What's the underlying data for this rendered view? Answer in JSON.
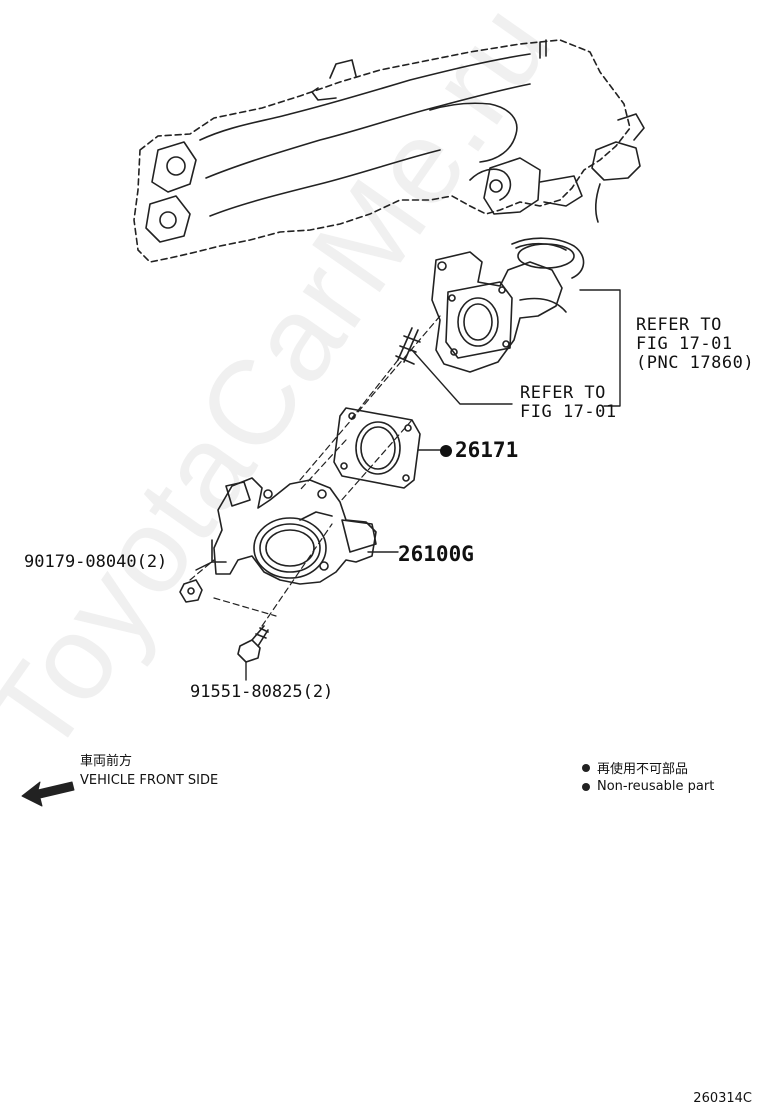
{
  "refs": {
    "manifold_ref": [
      "REFER TO",
      "FIG 17-01",
      "(PNC 17860)"
    ],
    "stud_ref": [
      "REFER TO",
      "FIG 17-01"
    ]
  },
  "parts": {
    "gasket": "26171",
    "throttle_body": "26100G",
    "nut": "90179-08040(2)",
    "bolt": "91551-80825(2)"
  },
  "legend": {
    "jp": "再使用不可部品",
    "en": "Non-reusable part"
  },
  "front": {
    "jp": "車両前方",
    "en": "VEHICLE FRONT SIDE"
  },
  "figure_id": "260314C",
  "watermark": "ToyotaCarMe.ru"
}
